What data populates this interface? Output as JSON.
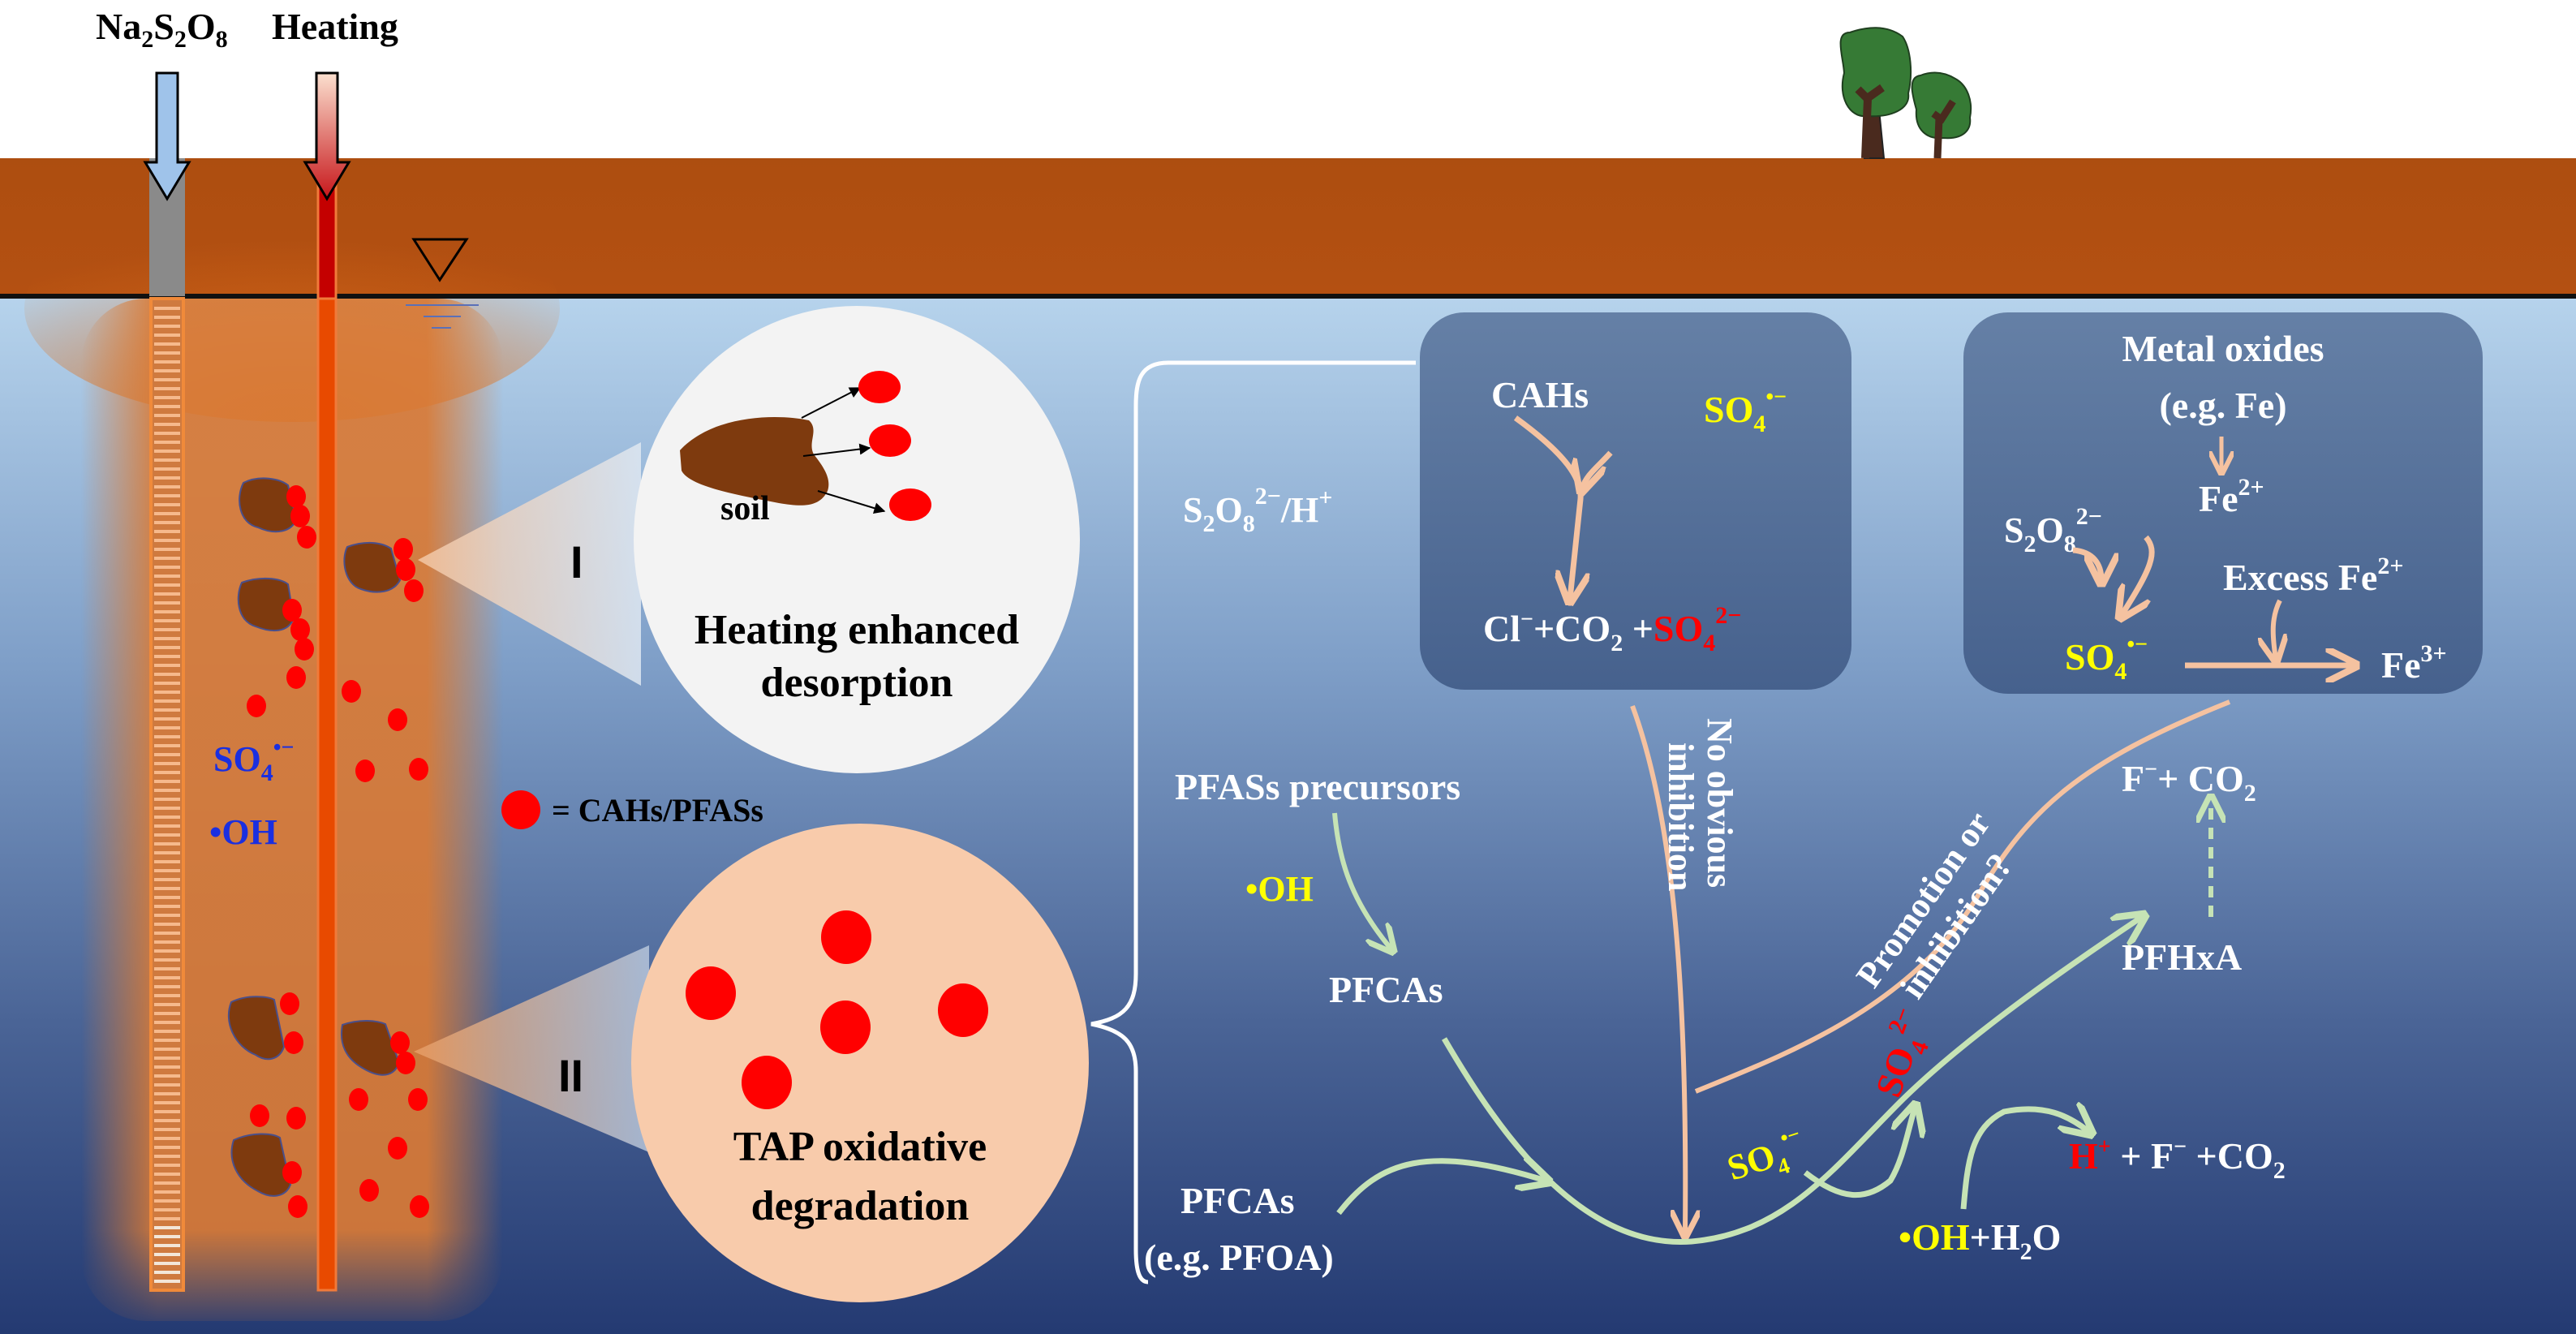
{
  "figure": {
    "top_labels": {
      "persulfate": {
        "base": "Na",
        "s1": "2",
        "mid": "S",
        "s2": "2",
        "mid2": "O",
        "s3": "8"
      },
      "heating": "Heating"
    },
    "colors": {
      "soil_band": "#b04f10",
      "water_top": "#b6d3ec",
      "water_bottom": "#283f76",
      "plume": "#e07a30",
      "heater": "#e84a00",
      "contaminant": "#ff0000",
      "soil_particle": "#7e3a0e",
      "panel_box": "#4a6490",
      "arrow_orange": "#f5c2a0",
      "arrow_green": "#c6e3b5",
      "radical": "#ffff00",
      "sulfate": "#ff0000"
    },
    "well_radicals": {
      "sulfate_radical": {
        "base": "SO",
        "sub": "4",
        "sup": "•−"
      },
      "hydroxyl_radical": "•OH"
    },
    "legend": {
      "label": "= CAHs/PFASs"
    },
    "zoom_I": {
      "roman": "I",
      "soil_label": "soil",
      "caption_line1": "Heating enhanced",
      "caption_line2": "desorption"
    },
    "zoom_II": {
      "roman": "II",
      "caption_line1": "TAP oxidative",
      "caption_line2": "degradation"
    },
    "activation": {
      "label": {
        "a": "S",
        "s1": "2",
        "b": "O",
        "s2": "8",
        "sup": "2−",
        "c": "/H",
        "sup2": "+"
      }
    },
    "cah_box": {
      "reactant": "CAHs",
      "oxidant": {
        "base": "SO",
        "sub": "4",
        "sup": "•−"
      },
      "products": {
        "a": "Cl",
        "sup1": "−",
        "b": "+CO",
        "sub": "2",
        "c": " +",
        "sulfate_base": "SO",
        "sulfate_sub": "4",
        "sulfate_sup": "2−"
      }
    },
    "metal_box": {
      "title_line1": "Metal oxides",
      "title_line2": "(e.g. Fe)",
      "fe2": {
        "base": "Fe",
        "sup": "2+"
      },
      "persulfate": {
        "base": "S",
        "s1": "2",
        "b": "O",
        "s2": "8",
        "sup": "2−"
      },
      "excess": {
        "base": "Excess Fe",
        "sup": "2+"
      },
      "radical": {
        "base": "SO",
        "sub": "4",
        "sup": "•−"
      },
      "fe3": {
        "base": "Fe",
        "sup": "3+"
      }
    },
    "pfas_pathway": {
      "precursors": "PFASs precursors",
      "oh_label": "•OH",
      "pfcas": "PFCAs",
      "pfcas_example_line1": "PFCAs",
      "pfcas_example_line2": "(e.g. PFOA)",
      "no_inhibition_line1": "No obvious",
      "no_inhibition_line2": "inhibition",
      "promotion_line1": "Promotion or",
      "promotion_line2": "inhibition?",
      "pfhxa": "PFHxA",
      "mineral": {
        "a": "F",
        "sup": "−",
        "b": "+ CO",
        "sub": "2"
      },
      "sulfate_product": {
        "base": "SO",
        "sub": "4",
        "sup": "2−"
      },
      "sulfate_radical": {
        "base": "SO",
        "sub": "4",
        "sup": "•−"
      },
      "oh_water": {
        "oh": "•OH",
        "rest": "+H",
        "sub": "2",
        "end": "O"
      },
      "final_products": {
        "h": "H",
        "hsup": "+",
        "rest": " + F",
        "fsup": "−",
        "co": " +CO",
        "sub": "2"
      }
    }
  }
}
